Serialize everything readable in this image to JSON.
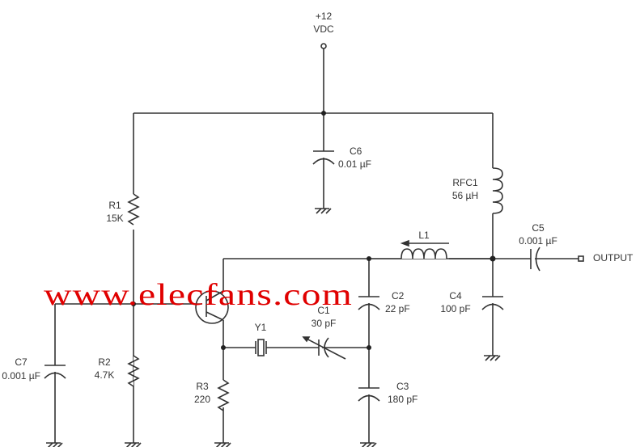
{
  "supply": {
    "voltage": "+12",
    "unit": "VDC"
  },
  "components": {
    "c6": {
      "ref": "C6",
      "value": "0.01 µF"
    },
    "r1": {
      "ref": "R1",
      "value": "15K"
    },
    "r2": {
      "ref": "R2",
      "value": "4.7K"
    },
    "r3": {
      "ref": "R3",
      "value": "220"
    },
    "c7": {
      "ref": "C7",
      "value": "0.001 µF"
    },
    "rfc1": {
      "ref": "RFC1",
      "value": "56 µH"
    },
    "l1": {
      "ref": "L1"
    },
    "c5": {
      "ref": "C5",
      "value": "0.001 µF"
    },
    "c2": {
      "ref": "C2",
      "value": "22 pF"
    },
    "c4": {
      "ref": "C4",
      "value": "100 pF"
    },
    "c1": {
      "ref": "C1",
      "value": "30 pF"
    },
    "c3": {
      "ref": "C3",
      "value": "180 pF"
    },
    "y1": {
      "ref": "Y1"
    }
  },
  "output_label": "OUTPUT",
  "watermark": "www.elecfans.com",
  "colors": {
    "wire": "#333333",
    "watermark": "#e00000"
  }
}
